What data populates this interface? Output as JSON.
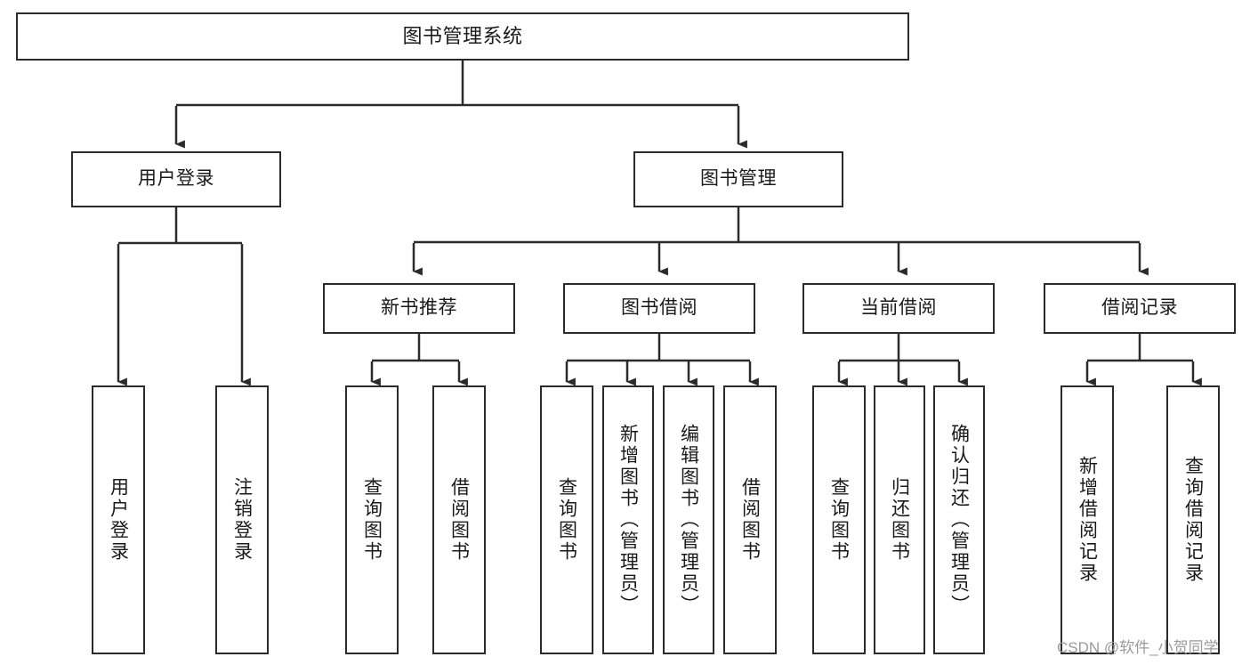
{
  "diagram": {
    "title": "图书管理系统",
    "type": "tree",
    "root": {
      "id": "root",
      "label": "图书管理系统"
    },
    "level2": [
      {
        "id": "user-login",
        "label": "用户登录"
      },
      {
        "id": "book-manage",
        "label": "图书管理"
      }
    ],
    "level3": [
      {
        "id": "new-book-recommend",
        "label": "新书推荐",
        "parent": "book-manage"
      },
      {
        "id": "book-borrow",
        "label": "图书借阅",
        "parent": "book-manage"
      },
      {
        "id": "current-borrow",
        "label": "当前借阅",
        "parent": "book-manage"
      },
      {
        "id": "borrow-record",
        "label": "借阅记录",
        "parent": "book-manage"
      }
    ],
    "leaves": [
      {
        "id": "leaf-user-login",
        "label": "用户登录",
        "parent": "user-login"
      },
      {
        "id": "leaf-user-logout",
        "label": "注销登录",
        "parent": "user-login"
      },
      {
        "id": "leaf-query-book-1",
        "label": "查询图书",
        "parent": "new-book-recommend"
      },
      {
        "id": "leaf-borrow-book-1",
        "label": "借阅图书",
        "parent": "new-book-recommend"
      },
      {
        "id": "leaf-query-book-2",
        "label": "查询图书",
        "parent": "book-borrow"
      },
      {
        "id": "leaf-add-book",
        "label": "新增图书（管理员）",
        "parent": "book-borrow"
      },
      {
        "id": "leaf-edit-book",
        "label": "编辑图书（管理员）",
        "parent": "book-borrow"
      },
      {
        "id": "leaf-borrow-book-2",
        "label": "借阅图书",
        "parent": "book-borrow"
      },
      {
        "id": "leaf-query-book-3",
        "label": "查询图书",
        "parent": "current-borrow"
      },
      {
        "id": "leaf-return-book",
        "label": "归还图书",
        "parent": "current-borrow"
      },
      {
        "id": "leaf-confirm-return",
        "label": "确认归还（管理员）",
        "parent": "current-borrow"
      },
      {
        "id": "leaf-add-record",
        "label": "新增借阅记录",
        "parent": "borrow-record"
      },
      {
        "id": "leaf-query-record",
        "label": "查询借阅记录",
        "parent": "borrow-record"
      }
    ],
    "colors": {
      "border": "#2b2b2b",
      "background": "#ffffff",
      "text": "#1a1a1a",
      "connector": "#2b2b2b",
      "watermark": "#9a9a9a"
    }
  },
  "watermark": {
    "text": "CSDN @软件_小贺同学"
  }
}
